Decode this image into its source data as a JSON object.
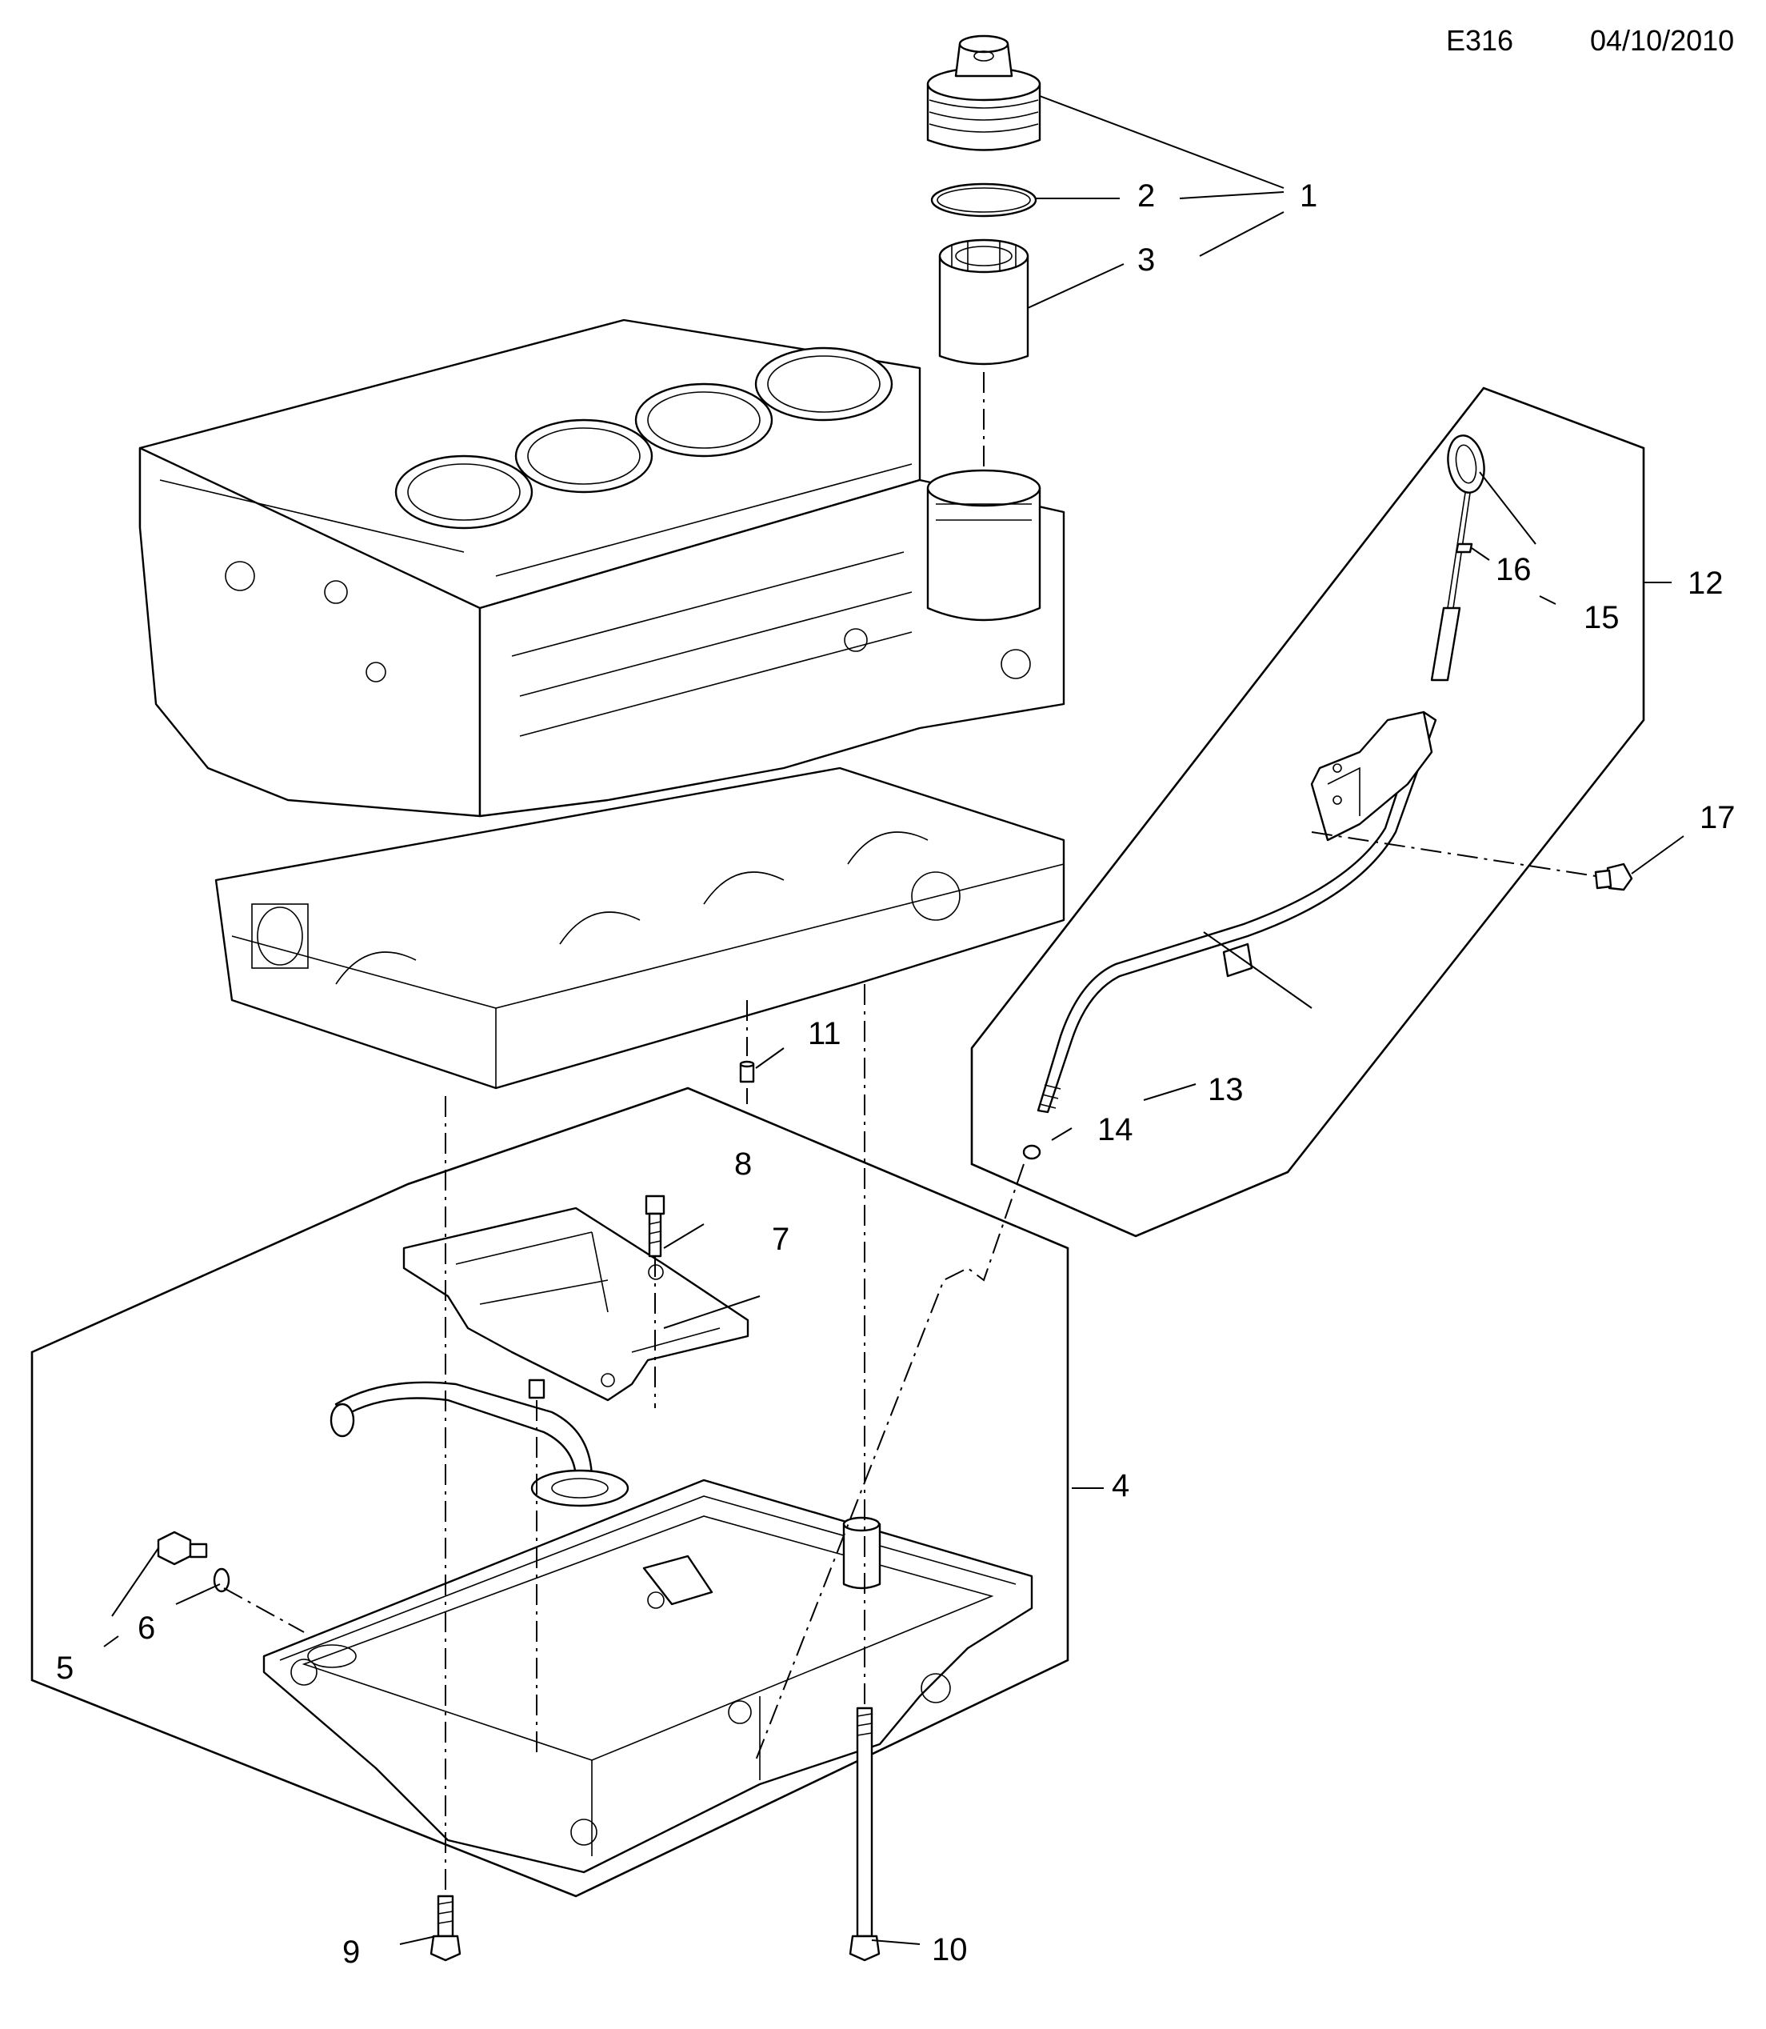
{
  "header": {
    "diagram_code": "E316",
    "date": "04/10/2010"
  },
  "callouts": [
    {
      "id": "1",
      "label": "1"
    },
    {
      "id": "2",
      "label": "2"
    },
    {
      "id": "3",
      "label": "3"
    },
    {
      "id": "4",
      "label": "4"
    },
    {
      "id": "5",
      "label": "5"
    },
    {
      "id": "6",
      "label": "6"
    },
    {
      "id": "7",
      "label": "7"
    },
    {
      "id": "8",
      "label": "8"
    },
    {
      "id": "9",
      "label": "9"
    },
    {
      "id": "10",
      "label": "10"
    },
    {
      "id": "11",
      "label": "11"
    },
    {
      "id": "12",
      "label": "12"
    },
    {
      "id": "13",
      "label": "13"
    },
    {
      "id": "14",
      "label": "14"
    },
    {
      "id": "15",
      "label": "15"
    },
    {
      "id": "16",
      "label": "16"
    },
    {
      "id": "17",
      "label": "17"
    }
  ]
}
